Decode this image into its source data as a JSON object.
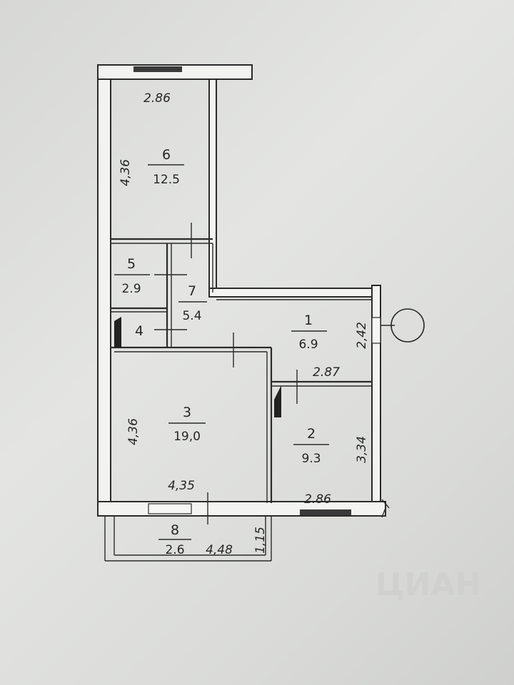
{
  "rooms": [
    {
      "id": "room-1",
      "number": "1",
      "area": "6.9"
    },
    {
      "id": "room-2",
      "number": "2",
      "area": "9.3"
    },
    {
      "id": "room-3",
      "number": "3",
      "area": "19,0"
    },
    {
      "id": "room-4",
      "number": "4",
      "area": ""
    },
    {
      "id": "room-5",
      "number": "5",
      "area": "2.9"
    },
    {
      "id": "room-6",
      "number": "6",
      "area": "12.5"
    },
    {
      "id": "room-7",
      "number": "7",
      "area": "5.4"
    },
    {
      "id": "room-8",
      "number": "8",
      "area": "2.6"
    }
  ],
  "dimensions": {
    "room6_width": "2.86",
    "room6_height": "4,36",
    "room3_height": "4,36",
    "room3_width": "4,35",
    "room1_height": "2,42",
    "room1_width": "2.87",
    "room2_height": "3,34",
    "room2_width": "2.86",
    "balcony_width": "4,48",
    "balcony_depth": "1,15"
  },
  "watermark": "ЦИАН"
}
